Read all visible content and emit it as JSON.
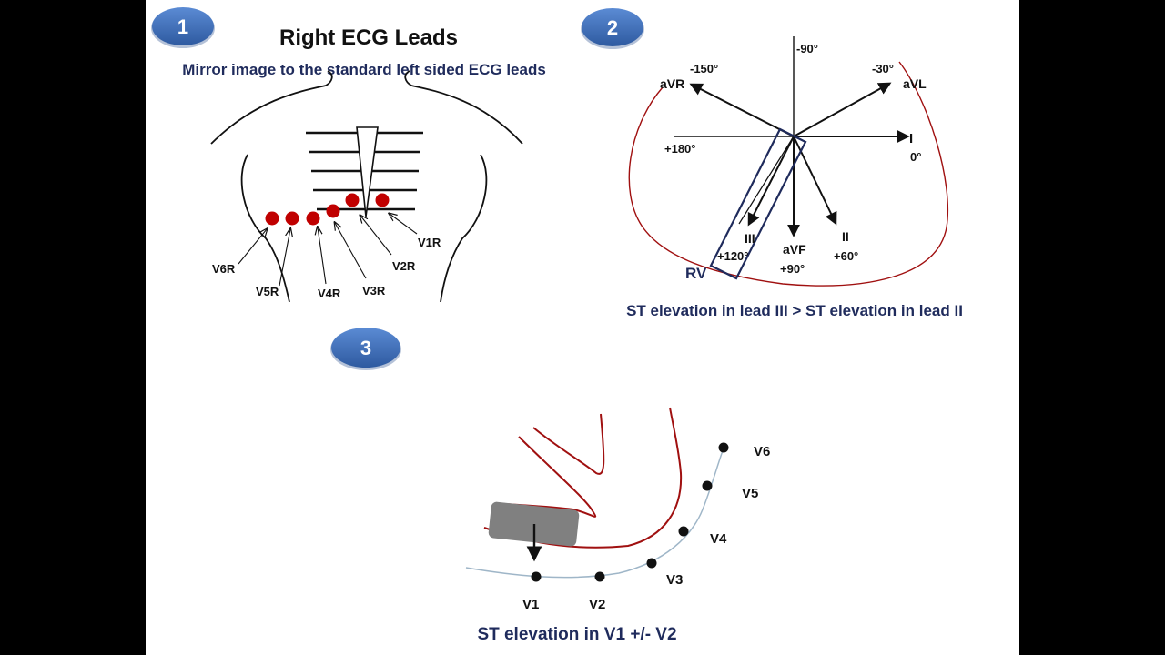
{
  "colors": {
    "background": "#000000",
    "slide": "#ffffff",
    "lead_dot": "#c00000",
    "heart_outline": "#a01010",
    "rv_box": "#1f2b5c",
    "caption_text": "#1f2b5c",
    "badge": "#3f6fb8",
    "paddle": "#808080"
  },
  "panel1": {
    "badge": "1",
    "title": "Right ECG Leads",
    "subtitle": "Mirror image to the standard left sided ECG leads",
    "leads": [
      "V1R",
      "V2R",
      "V3R",
      "V4R",
      "V5R",
      "V6R"
    ]
  },
  "panel2": {
    "badge": "2",
    "axis_labels": {
      "top": "-90°",
      "avr_deg": "-150°",
      "avr": "aVR",
      "avl_deg": "-30°",
      "avl": "aVL",
      "lead_i": "I",
      "lead_i_deg": "0°",
      "left_deg": "+180°",
      "lead_iii": "III",
      "lead_iii_deg": "+120°",
      "avf": "aVF",
      "avf_deg": "+90°",
      "lead_ii": "II",
      "lead_ii_deg": "+60°",
      "rv": "RV"
    },
    "caption": "ST elevation in lead III > ST elevation in lead II"
  },
  "panel3": {
    "badge": "3",
    "leads": [
      "V1",
      "V2",
      "V3",
      "V4",
      "V5",
      "V6"
    ],
    "caption": "ST elevation in V1 +/- V2"
  }
}
